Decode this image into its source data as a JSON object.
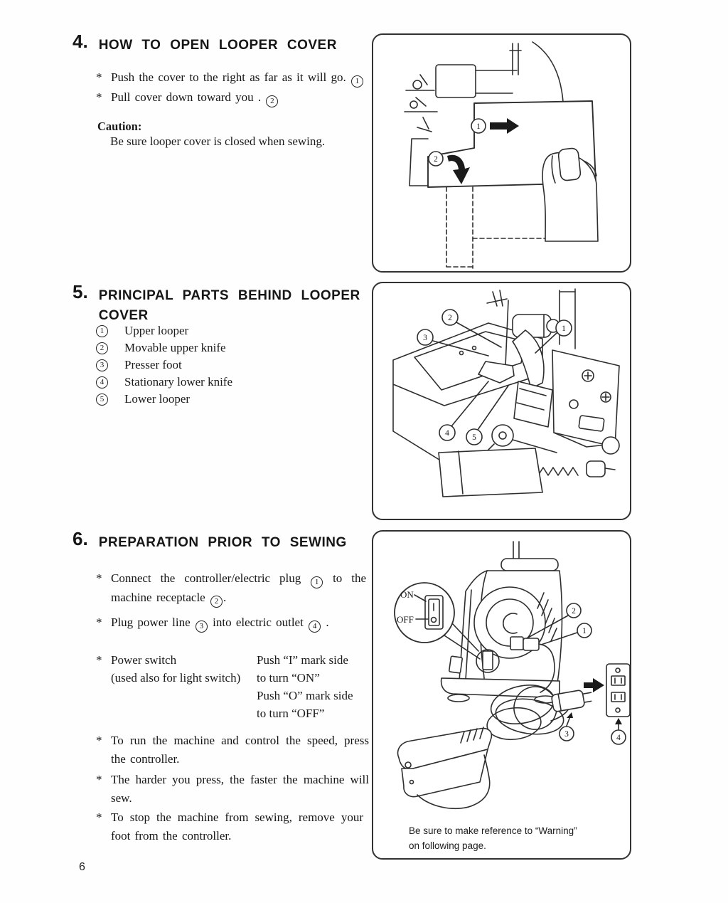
{
  "page": {
    "number": "6"
  },
  "glyphs": {
    "bullet": "*"
  },
  "sections": {
    "s4": {
      "number": "4.",
      "title": "HOW TO OPEN LOOPER COVER",
      "bullet1": [
        {
          "t": "Push the cover to the right as far as it will go. "
        },
        {
          "c": "1"
        }
      ],
      "bullet2": [
        {
          "t": "Pull cover down toward you . "
        },
        {
          "c": "2"
        }
      ],
      "caution_label": "Caution:",
      "caution_text": "Be sure looper cover is closed when sewing.",
      "fig": {
        "ref1": "1",
        "ref2": "2"
      }
    },
    "s5": {
      "number": "5.",
      "title": "PRINCIPAL PARTS BEHIND LOOPER COVER",
      "parts": [
        {
          "ref": "1",
          "name": "Upper looper"
        },
        {
          "ref": "2",
          "name": "Movable upper knife"
        },
        {
          "ref": "3",
          "name": "Presser foot"
        },
        {
          "ref": "4",
          "name": "Stationary lower knife"
        },
        {
          "ref": "5",
          "name": "Lower looper"
        }
      ],
      "fig": {
        "ref1": "1",
        "ref2": "2",
        "ref3": "3",
        "ref4": "4",
        "ref5": "5"
      }
    },
    "s6": {
      "number": "6.",
      "title": "PREPARATION PRIOR TO SEWING",
      "bullet1": [
        {
          "t": "Connect the controller/electric plug "
        },
        {
          "c": "1"
        },
        {
          "t": " to the machine receptacle "
        },
        {
          "c": "2"
        },
        {
          "t": "."
        }
      ],
      "bullet2": [
        {
          "t": "Plug power line "
        },
        {
          "c": "3"
        },
        {
          "t": " into electric outlet "
        },
        {
          "c": "4"
        },
        {
          "t": " ."
        }
      ],
      "power_switch": {
        "left_line1": "Power switch",
        "left_line2": "(used also for light switch)",
        "right_lines": [
          "Push “I” mark side",
          "to turn “ON”",
          "Push “O” mark side",
          "to turn “OFF”"
        ]
      },
      "bullet4": "To run the machine and control the speed, press the controller.",
      "bullet5": "The harder you press, the faster the machine will sew.",
      "bullet6": "To stop the machine from sewing, remove your foot from the controller.",
      "fig": {
        "on_label": "ON",
        "off_label": "OFF",
        "ref1": "1",
        "ref2": "2",
        "ref3": "3",
        "ref4": "4",
        "note_line1": "Be sure to make reference to “Warning”",
        "note_line2": "on following page."
      }
    }
  },
  "colors": {
    "ink": "#1a1a1a",
    "line": "#2e2e2e",
    "paper": "#ffffff"
  }
}
